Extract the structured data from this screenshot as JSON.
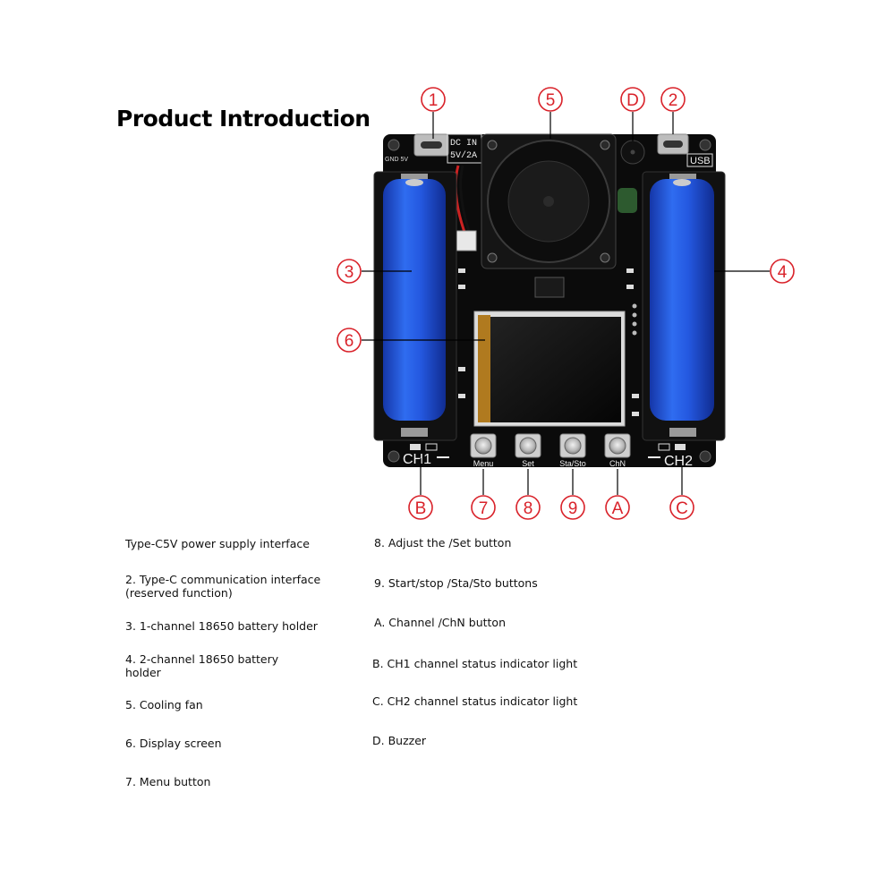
{
  "title": "Product Introduction",
  "board": {
    "dc_in_line1": "DC IN",
    "dc_in_line2": "5V/2A",
    "gnd_label": "GND 5V",
    "usb_label": "USB",
    "ch1_label": "CH1",
    "ch2_label": "CH2"
  },
  "buttons": [
    {
      "label": "Menu"
    },
    {
      "label": "Set"
    },
    {
      "label": "Sta/Sto"
    },
    {
      "label": "ChN"
    }
  ],
  "callouts": {
    "c1": "1",
    "c2": "2",
    "c3": "3",
    "c4": "4",
    "c5": "5",
    "c6": "6",
    "c7": "7",
    "c8": "8",
    "c9": "9",
    "cA": "A",
    "cB": "B",
    "cC": "C",
    "cD": "D"
  },
  "descriptions": {
    "d1": "Type-C5V power supply interface",
    "d2": "2. Type-C communication interface (reserved function)",
    "d3": "3. 1-channel 18650 battery holder",
    "d4": "4. 2-channel 18650 battery holder",
    "d5": "5. Cooling fan",
    "d6": "6. Display screen",
    "d7": "7. Menu button",
    "d8": "8. Adjust the /Set button",
    "d9": "9. Start/stop /Sta/Sto buttons",
    "dA": "A. Channel /ChN button",
    "dB": "B. CH1 channel status indicator light",
    "dC": "C. CH2 channel status indicator light",
    "dD": "D. Buzzer"
  },
  "colors": {
    "board": "#0b0b0b",
    "battery": "#1f4fd1",
    "callout": "#d9222a"
  }
}
